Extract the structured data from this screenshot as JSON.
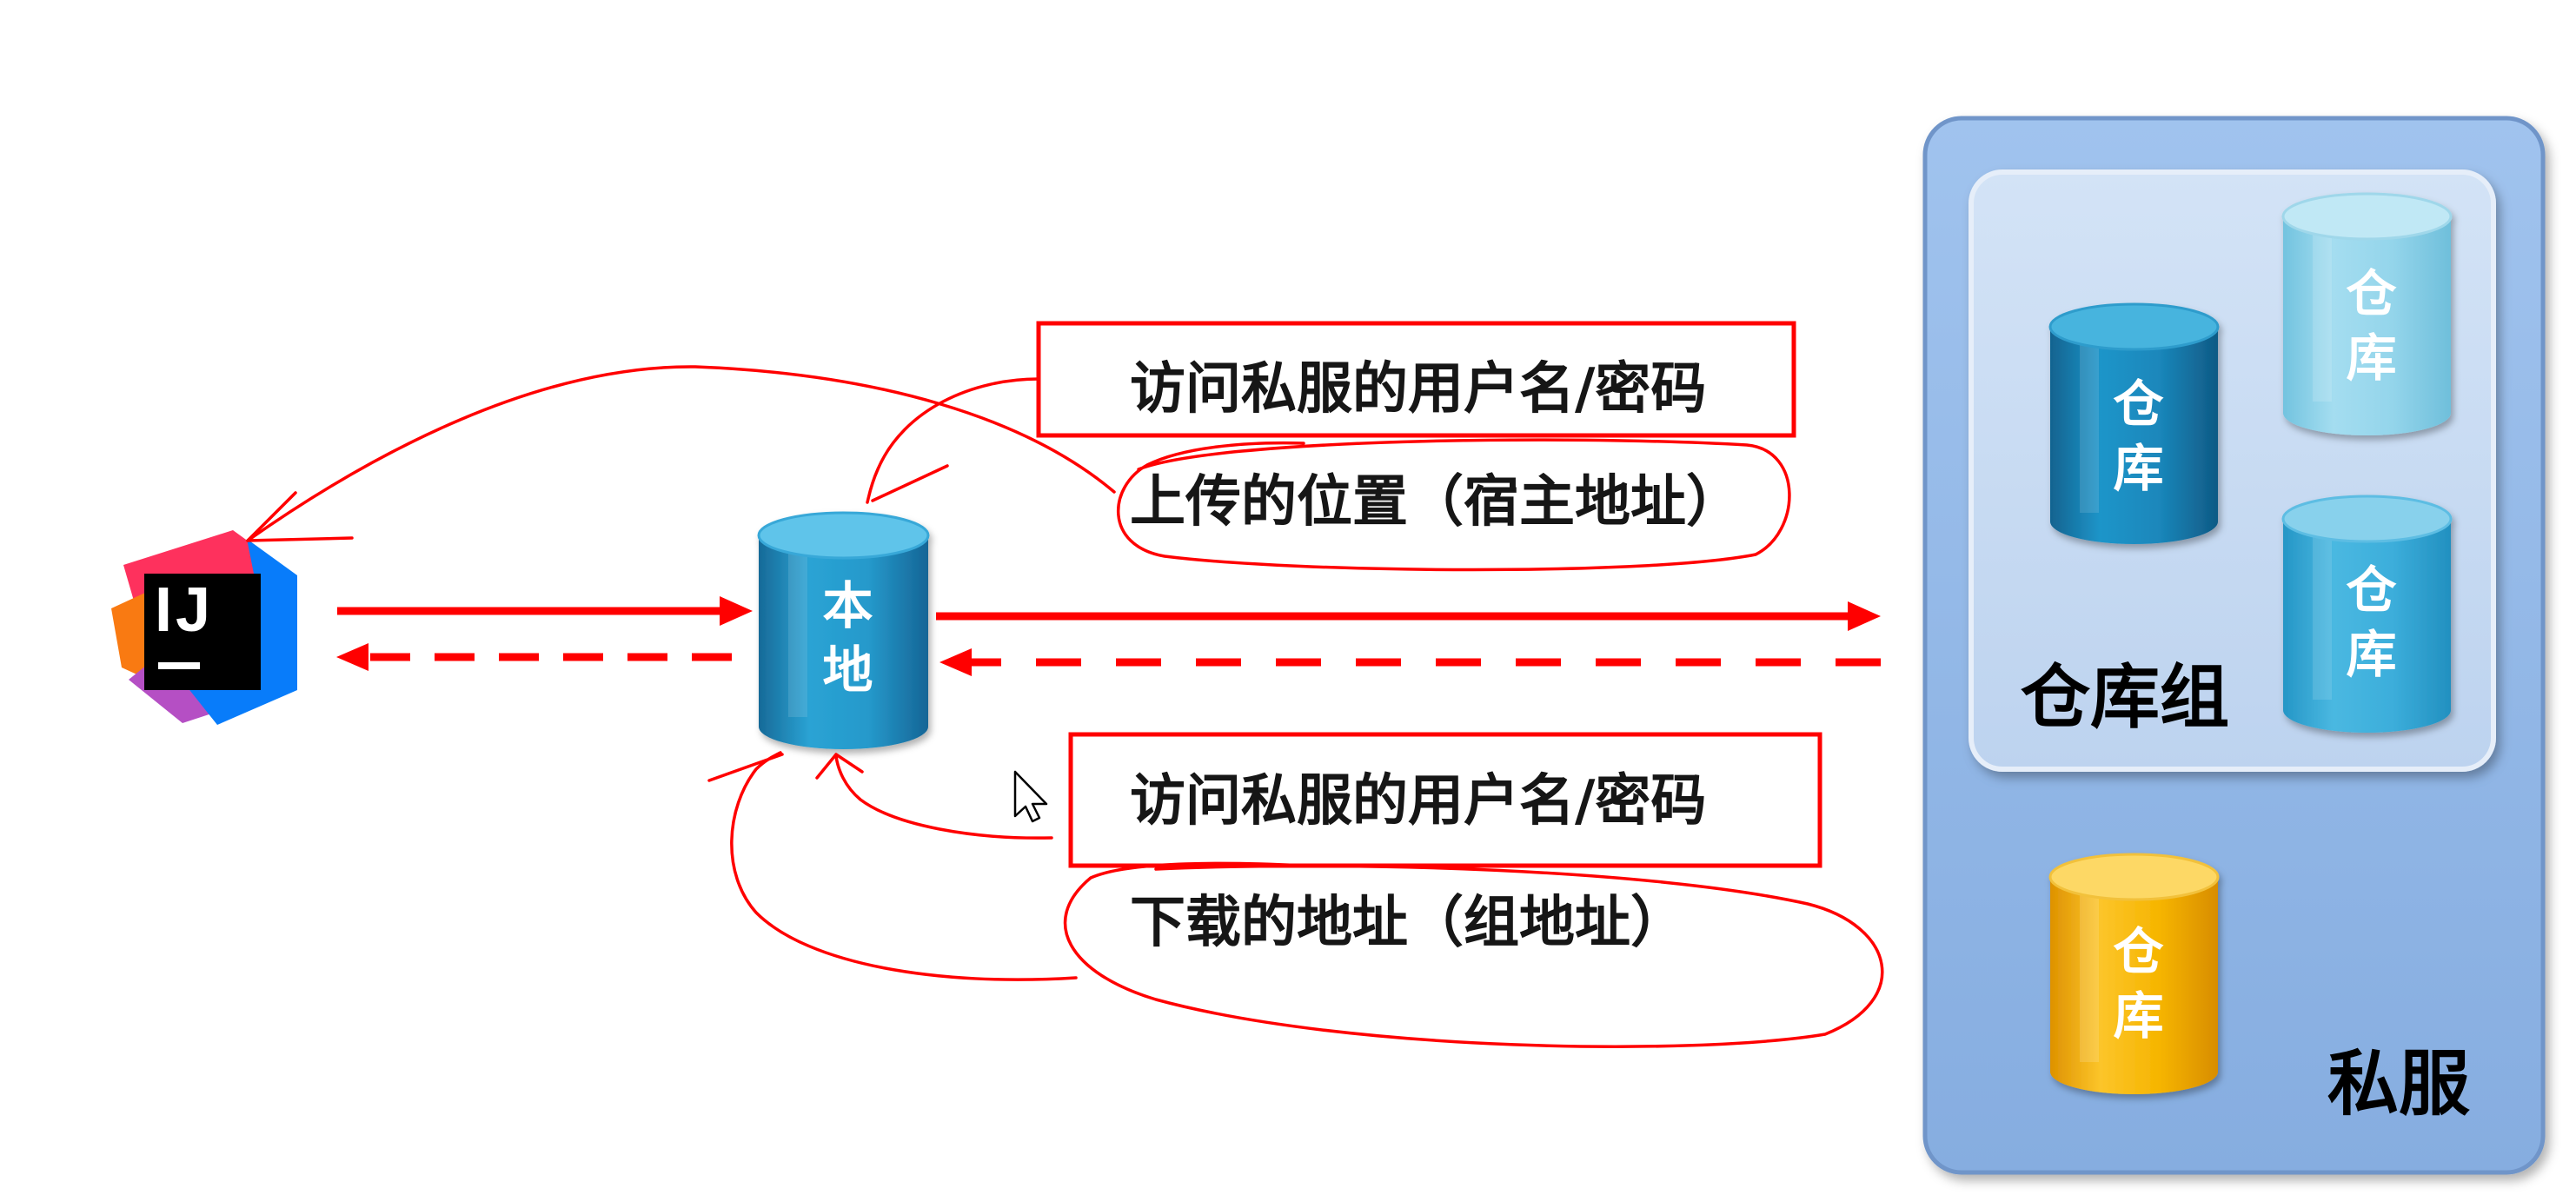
{
  "ide": {
    "logo_text": "IJ",
    "icon": "intellij-idea-icon"
  },
  "local_repo": {
    "label": "本地",
    "icon": "database-cylinder-icon"
  },
  "upload_annotation": {
    "credentials_text": "访问私服的用户名/密码",
    "location_text": "上传的位置（宿主地址）"
  },
  "download_annotation": {
    "credentials_text": "访问私服的用户名/密码",
    "location_text": "下载的地址（组地址）"
  },
  "private_server": {
    "label": "私服",
    "repo_group": {
      "label": "仓库组",
      "repos": [
        {
          "label": "仓库",
          "color": "#1b8dc3"
        },
        {
          "label": "仓库",
          "color": "#92d4eb"
        },
        {
          "label": "仓库",
          "color": "#3caedb"
        }
      ]
    },
    "standalone_repo": {
      "label": "仓库",
      "color": "#f6b500"
    }
  },
  "colors": {
    "arrow": "#ff0000",
    "annotation_ink": "#ff0000",
    "server_panel": "#8db3e2",
    "group_panel": "#c6d9f1",
    "local_repo": "#2a9fd0"
  },
  "cursor": {
    "icon": "mouse-pointer-icon"
  }
}
